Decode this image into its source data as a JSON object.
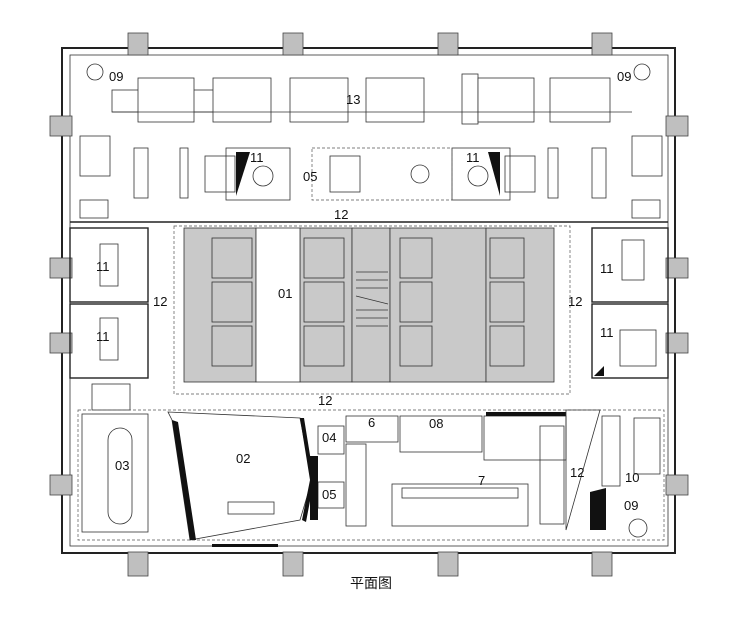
{
  "caption": "平面图",
  "labels": {
    "01": "01",
    "02": "02",
    "03": "03",
    "04": "04",
    "05": "05",
    "06": "6",
    "07": "7",
    "08": "08",
    "09": "09",
    "10": "10",
    "11": "11",
    "12": "12",
    "13": "13"
  },
  "colors": {
    "core": "#c9c9c9",
    "column": "#bfbfbf",
    "line": "#222222"
  }
}
